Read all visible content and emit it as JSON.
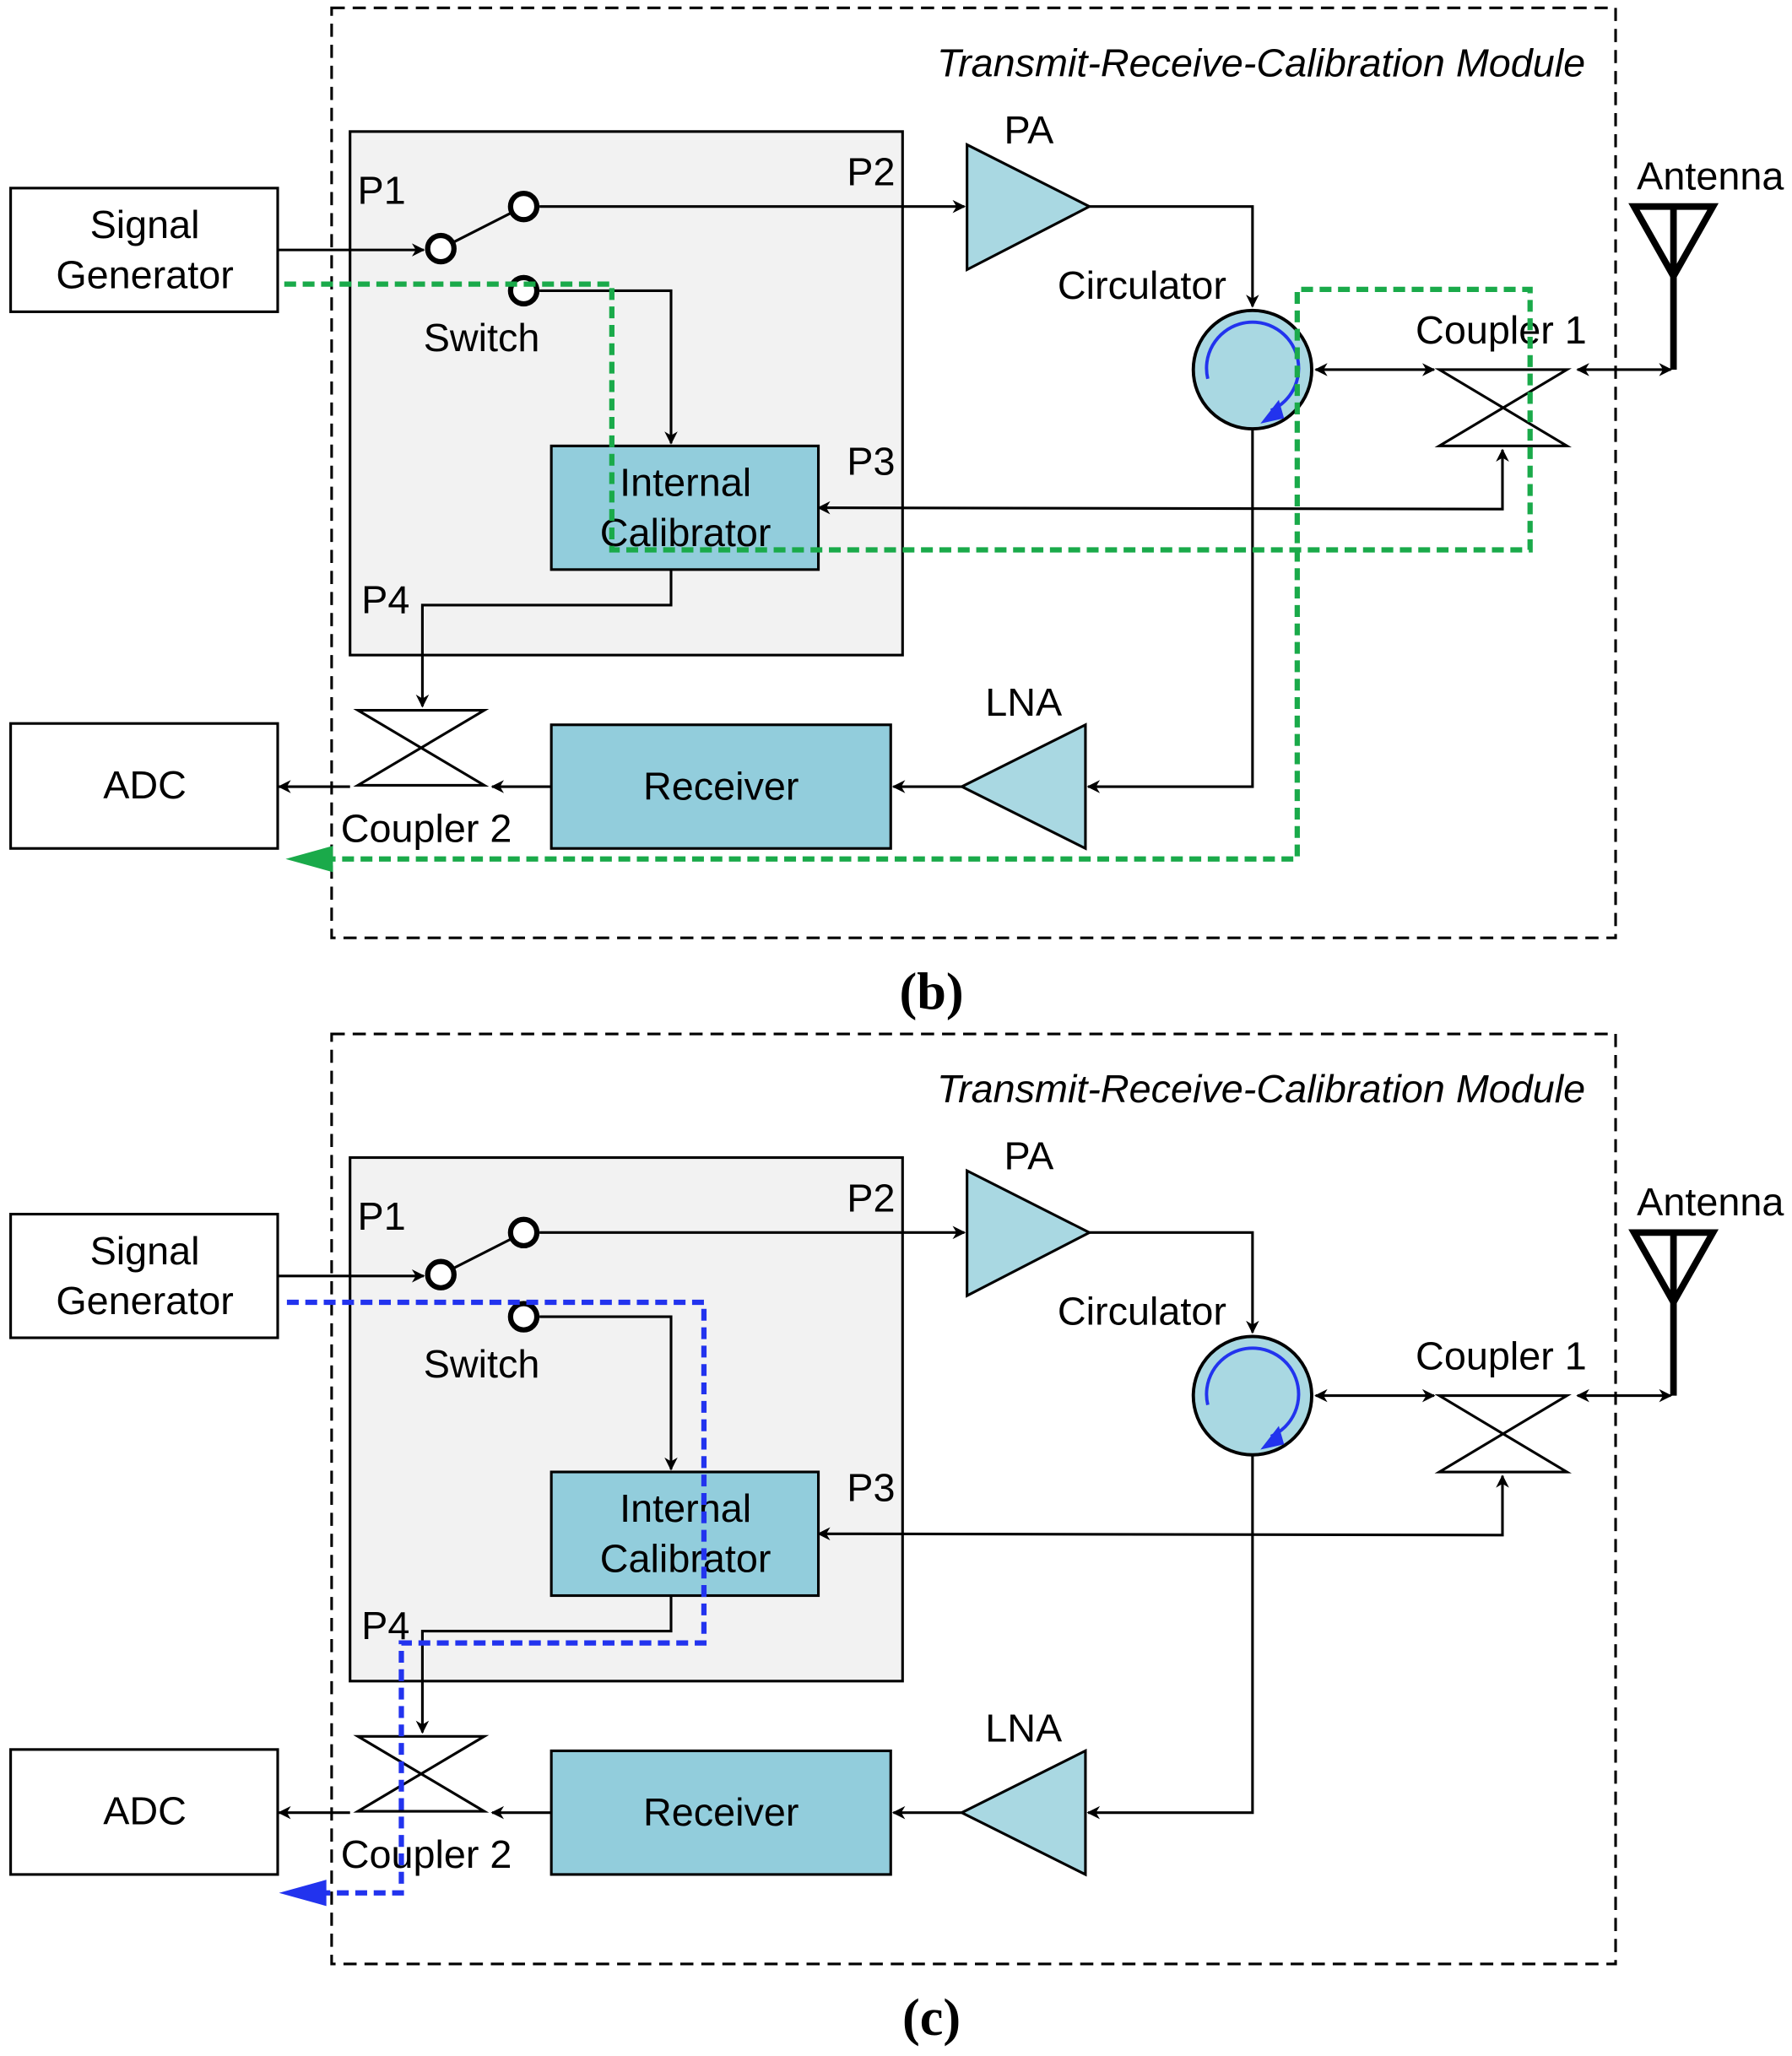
{
  "panels": [
    {
      "caption": "(b)",
      "module_title": "Transmit-Receive-Calibration Module",
      "signal_generator": [
        "Signal",
        "Generator"
      ],
      "adc": "ADC",
      "switch": "Switch",
      "ports": {
        "p1": "P1",
        "p2": "P2",
        "p3": "P3",
        "p4": "P4"
      },
      "pa": "PA",
      "lna": "LNA",
      "circulator": "Circulator",
      "coupler1": "Coupler 1",
      "coupler2": "Coupler 2",
      "antenna": "Antenna",
      "calibrator": [
        "Internal",
        "Calibrator"
      ],
      "receiver": "Receiver",
      "path_color": "#1aaa4a",
      "path": "external"
    },
    {
      "caption": "(c)",
      "module_title": "Transmit-Receive-Calibration Module",
      "signal_generator": [
        "Signal",
        "Generator"
      ],
      "adc": "ADC",
      "switch": "Switch",
      "ports": {
        "p1": "P1",
        "p2": "P2",
        "p3": "P3",
        "p4": "P4"
      },
      "pa": "PA",
      "lna": "LNA",
      "circulator": "Circulator",
      "coupler1": "Coupler 1",
      "coupler2": "Coupler 2",
      "antenna": "Antenna",
      "calibrator": [
        "Internal",
        "Calibrator"
      ],
      "receiver": "Receiver",
      "path_color": "#2233ee",
      "path": "internal"
    }
  ],
  "colors": {
    "block_fill": "#92cddc",
    "amp_fill": "#a9d8e2",
    "panel_fill": "#f2f2f2",
    "circulator_arrow": "#2233ee"
  }
}
